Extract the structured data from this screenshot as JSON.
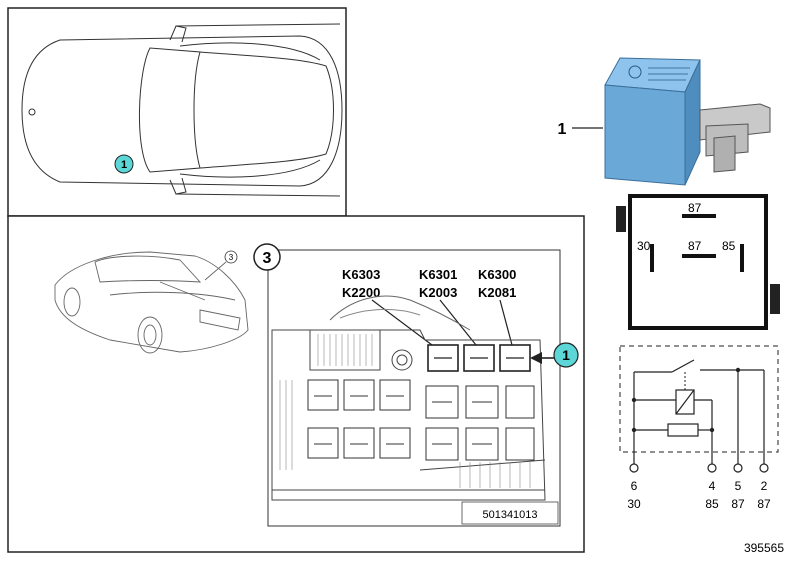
{
  "callouts": {
    "item_1": "1",
    "item_3": "3"
  },
  "part_number_label": "1",
  "relay_pins": {
    "top": "87",
    "center": "87",
    "left": "30",
    "right": "85"
  },
  "relay_codes": {
    "col1_top": "K6303",
    "col1_bottom": "K2200",
    "col2_top": "K6301",
    "col2_bottom": "K2003",
    "col3_top": "K6300",
    "col3_bottom": "K2081"
  },
  "inset_code": "501341013",
  "terminals": [
    {
      "number": "6",
      "label": "30"
    },
    {
      "number": "4",
      "label": "85"
    },
    {
      "number": "5",
      "label": "87"
    },
    {
      "number": "2",
      "label": "87"
    }
  ],
  "diagram_id": "395565",
  "colors": {
    "callout_fill": "#5cd6d6",
    "relay_body": "#6aa8d8",
    "line": "#222222"
  }
}
